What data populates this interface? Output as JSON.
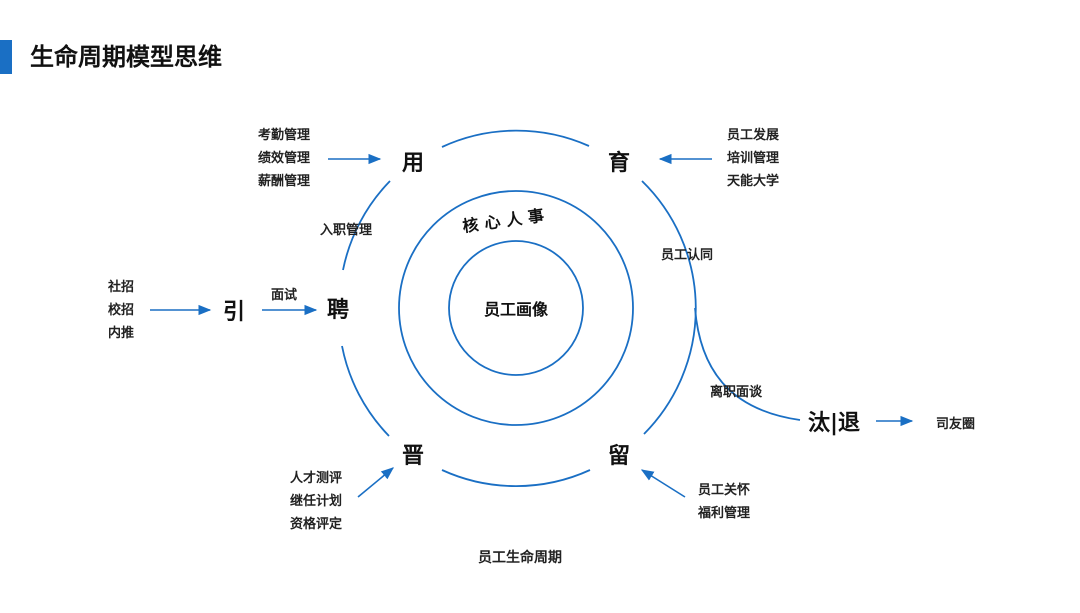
{
  "header": {
    "title": "生命周期模型思维"
  },
  "colors": {
    "accent": "#1a6fc4",
    "line": "#1a6fc4"
  },
  "stages": {
    "yin": "引",
    "pin": "聘",
    "yong": "用",
    "yu": "育",
    "liu": "留",
    "jin": "晋",
    "tui": "汰|退"
  },
  "inputs": {
    "yin": [
      "社招",
      "校招",
      "内推"
    ],
    "yong": [
      "考勤管理",
      "绩效管理",
      "薪酬管理"
    ],
    "yu": [
      "员工发展",
      "培训管理",
      "天能大学"
    ],
    "jin": [
      "人才测评",
      "继任计划",
      "资格评定"
    ],
    "liu": [
      "员工关怀",
      "福利管理"
    ]
  },
  "transitions": {
    "yin_to_pin": "面试",
    "pin_to_yong": "入职管理",
    "yu_to_liu": "员工认同",
    "liu_to_tui": "离职面谈",
    "tui_out": "司友圈"
  },
  "core": {
    "ring_label": "核心人事",
    "center_label": "员工画像"
  },
  "footer": {
    "caption": "员工生命周期"
  }
}
